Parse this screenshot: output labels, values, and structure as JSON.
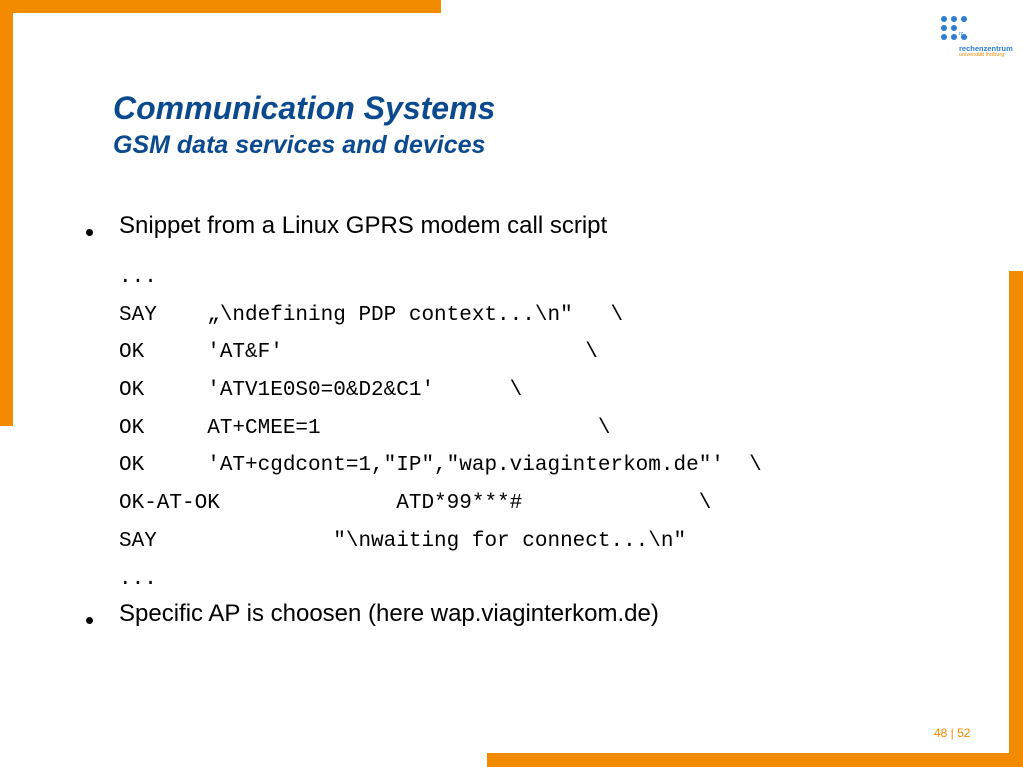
{
  "header": {
    "title": "Communication Systems",
    "subtitle": "GSM data services and devices"
  },
  "logo": {
    "icon": "rz-dot-grid-logo",
    "abbrev": "rz",
    "name": "rechenzentrum",
    "institution": "universität freiburg"
  },
  "bullets": [
    "Snippet from a Linux GPRS modem call script",
    "Specific AP is choosen (here wap.viaginterkom.de)"
  ],
  "code_lines": [
    "...",
    "SAY    „\\ndefining PDP context...\\n\"   \\",
    "OK     'AT&F'                        \\",
    "OK     'ATV1E0S0=0&D2&C1'      \\",
    "OK     AT+CMEE=1                      \\",
    "OK     'AT+cgdcont=1,\"IP\",\"wap.viaginterkom.de\"'  \\",
    "OK-AT-OK              ATD*99***#              \\",
    "SAY              \"\\nwaiting for connect...\\n\"",
    "..."
  ],
  "footer": {
    "page": "48 | 52"
  },
  "colors": {
    "accent_orange": "#f28b00",
    "title_blue": "#0b4a8f",
    "logo_blue": "#2d7dd2"
  }
}
